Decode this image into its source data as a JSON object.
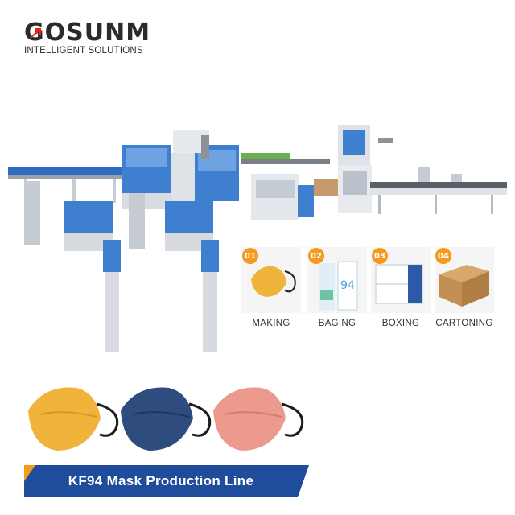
{
  "brand": {
    "name": "GOSUNM",
    "name_rest": "OSUNM",
    "name_first": "G",
    "tagline": "INTELLIGENT SOLUTIONS",
    "accent_color": "#e2231a"
  },
  "steps": [
    {
      "num": "01",
      "label": "MAKING",
      "icon": "yellow-mask"
    },
    {
      "num": "02",
      "label": "BAGING",
      "icon": "mask-bag"
    },
    {
      "num": "03",
      "label": "BOXING",
      "icon": "mask-box"
    },
    {
      "num": "04",
      "label": "CARTONING",
      "icon": "cardboard-carton"
    }
  ],
  "step_badge_color": "#f39a1f",
  "masks": [
    {
      "color_name": "yellow",
      "color": "#f0b43c"
    },
    {
      "color_name": "navy",
      "color": "#2e4d7e"
    },
    {
      "color_name": "pink",
      "color": "#ec9a8e"
    }
  ],
  "banner": {
    "title": "KF94 Mask Production Line",
    "color": "#1f4d9c"
  }
}
